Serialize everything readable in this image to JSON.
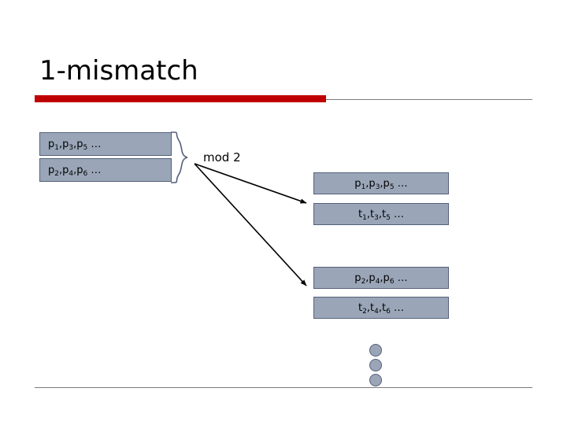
{
  "slide": {
    "title": "1-mismatch",
    "accent_color": "#c00000",
    "box_color": "#9aa6b8",
    "rule_color": "#7c7c7c"
  },
  "left_boxes": [
    {
      "name": "pattern-odd-positions",
      "text": "p1,p3,p5 …"
    },
    {
      "name": "pattern-even-positions",
      "text": "p2,p4,p6 …"
    }
  ],
  "operation": {
    "label": "mod 2"
  },
  "right_boxes": [
    {
      "name": "pattern-odd-copy",
      "text": "p1,p3,p5 …"
    },
    {
      "name": "text-odd",
      "text": "t1,t3,t5 …"
    },
    {
      "name": "pattern-even-copy",
      "text": "p2,p4,p6 …"
    },
    {
      "name": "text-even",
      "text": "t2,t4,t6 …"
    }
  ],
  "ellipsis": {
    "dot_count": 3
  }
}
